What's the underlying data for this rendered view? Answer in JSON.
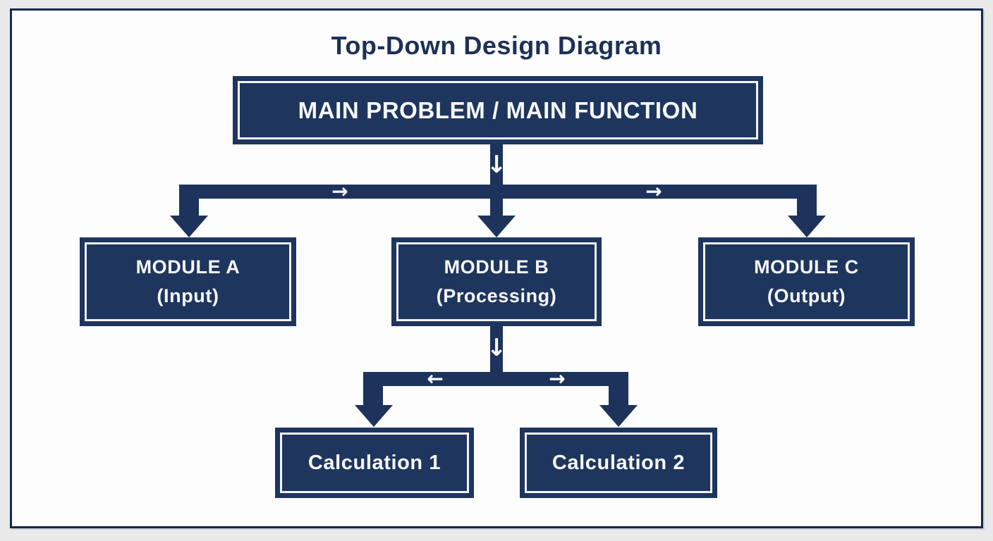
{
  "diagram": {
    "title": "Top-Down Design Diagram",
    "colors": {
      "page_bg": "#e9e9e9",
      "canvas_bg": "#fdfdfd",
      "frame_border": "#15294d",
      "node_fill": "#1e355e",
      "connector": "#1d335c",
      "node_text": "#f7f8fa",
      "node_inner_border": "#f2f3f5",
      "title_color": "#1c3156"
    },
    "nodes": {
      "main": {
        "label": "MAIN PROBLEM / MAIN FUNCTION"
      },
      "module_a": {
        "label": "MODULE A",
        "sublabel": "(Input)"
      },
      "module_b": {
        "label": "MODULE B",
        "sublabel": "(Processing)"
      },
      "module_c": {
        "label": "MODULE C",
        "sublabel": "(Output)"
      },
      "calc_1": {
        "label": "Calculation 1"
      },
      "calc_2": {
        "label": "Calculation 2"
      }
    },
    "glyphs": {
      "down": "↓",
      "right": "→",
      "left": "←"
    }
  }
}
